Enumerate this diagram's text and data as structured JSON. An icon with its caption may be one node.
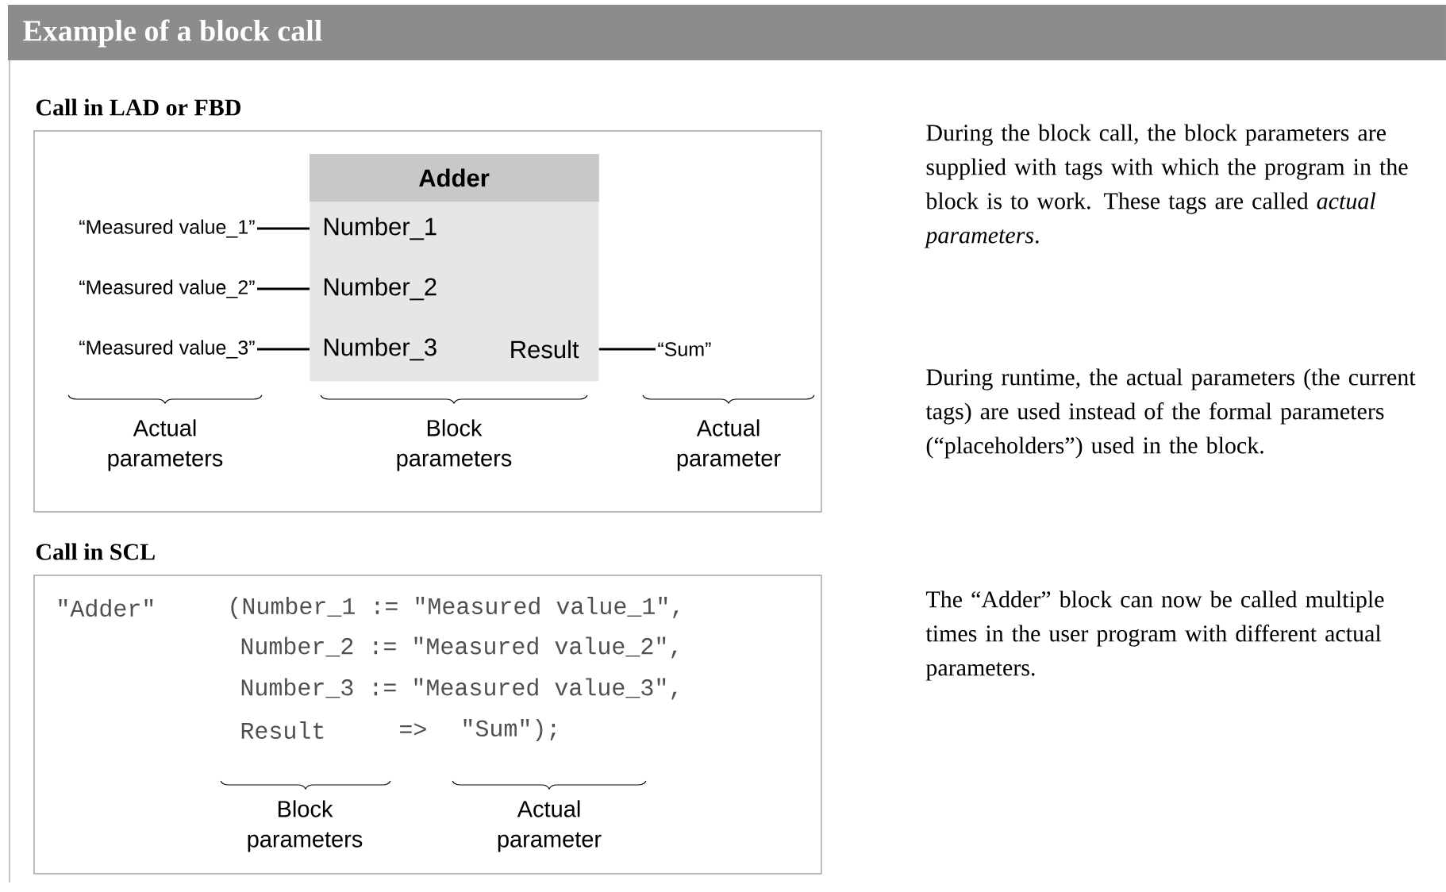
{
  "diagram": {
    "title": "Example of a block call",
    "nodes": [
      {
        "text": [
          "Call in LAD or FBD"
        ]
      },
      {
        "text": [
          "Adder",
          "Number_1",
          "Number_2",
          "Number_3",
          "Result"
        ],
        "in": 0
      },
      {
        "text": [
          "“Measured value_1”"
        ],
        "in": 0
      },
      {
        "text": [
          "“Measured value_2”"
        ],
        "in": 0
      },
      {
        "text": [
          "“Measured value_3”"
        ],
        "in": 0
      },
      {
        "text": [
          "“Sum”"
        ],
        "in": 0
      },
      {
        "text": [
          "Call in SCL"
        ]
      }
    ],
    "edges": [
      {
        "from": 2,
        "to": 1,
        "arrow": "none"
      },
      {
        "from": 3,
        "to": 1,
        "arrow": "none"
      },
      {
        "from": 4,
        "to": 1,
        "arrow": "none"
      },
      {
        "from": 1,
        "to": 5,
        "arrow": "none"
      }
    ],
    "labels": [
      "Actual parameters",
      "Block parameters",
      "Actual parameter",
      "\"Adder\"",
      "(Number_1 := \"Measured value_1\",",
      "Number_2 := \"Measured value_2\",",
      "Number_3 := \"Measured value_3\",",
      "Result",
      "=>",
      "\"Sum\");",
      "Block parameters",
      "Actual parameter",
      "During the block call, the block parameters are supplied with tags with which the program in the block is to work. These tags are called *actual parameters*.",
      "During runtime, the actual parameters (the current tags) are used instead of the formal parameters (“placeholders”) used in the block.",
      "The “Adder” block can now be called multiple times in the user program with different actual parameters."
    ]
  }
}
